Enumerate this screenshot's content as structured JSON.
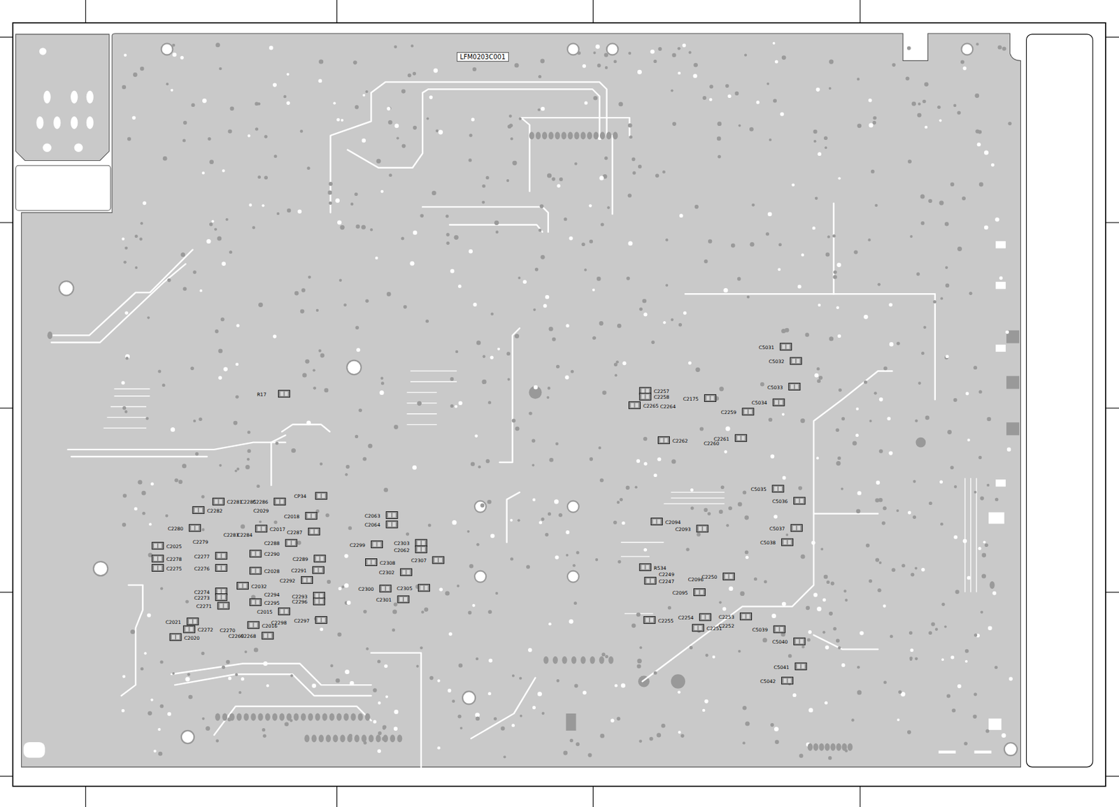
{
  "diagram": {
    "labels": [
      "LFM0203C001",
      "C5031",
      "C5032",
      "C5033",
      "C5034",
      "C5035",
      "C5036",
      "C5037",
      "C5038",
      "C5039",
      "C5040",
      "C5041",
      "C5042",
      "C2257",
      "C2258",
      "C2175",
      "C2265",
      "C2264",
      "C2259",
      "C2261",
      "C2260",
      "C2262",
      "C2094",
      "C2093",
      "R534",
      "C2249",
      "C2247",
      "C2096",
      "C2095",
      "C2250",
      "C2254",
      "C2255",
      "C2253",
      "C2252",
      "C2251",
      "C2063",
      "C2064",
      "C2303",
      "C2062",
      "C2307",
      "C2308",
      "C2299",
      "C2300",
      "C2301",
      "C2302",
      "C2305",
      "R17",
      "CP34",
      "C2018",
      "C2017",
      "C2287",
      "C2286",
      "C2288",
      "C2289",
      "C2290",
      "C2291",
      "C2292",
      "C2293",
      "C2294",
      "C2295",
      "C2296",
      "C2297",
      "C2298",
      "C2028",
      "C2032",
      "C2015",
      "C2016",
      "C2029",
      "C2280",
      "C2279",
      "C2025",
      "C2277",
      "C2278",
      "C2276",
      "C2275",
      "C2274",
      "C2273",
      "C2271",
      "C2272",
      "C2270",
      "C2269",
      "C2268",
      "C2021",
      "C2020",
      "C2282",
      "C2283",
      "C2284",
      "C2285",
      "C2281"
    ]
  }
}
